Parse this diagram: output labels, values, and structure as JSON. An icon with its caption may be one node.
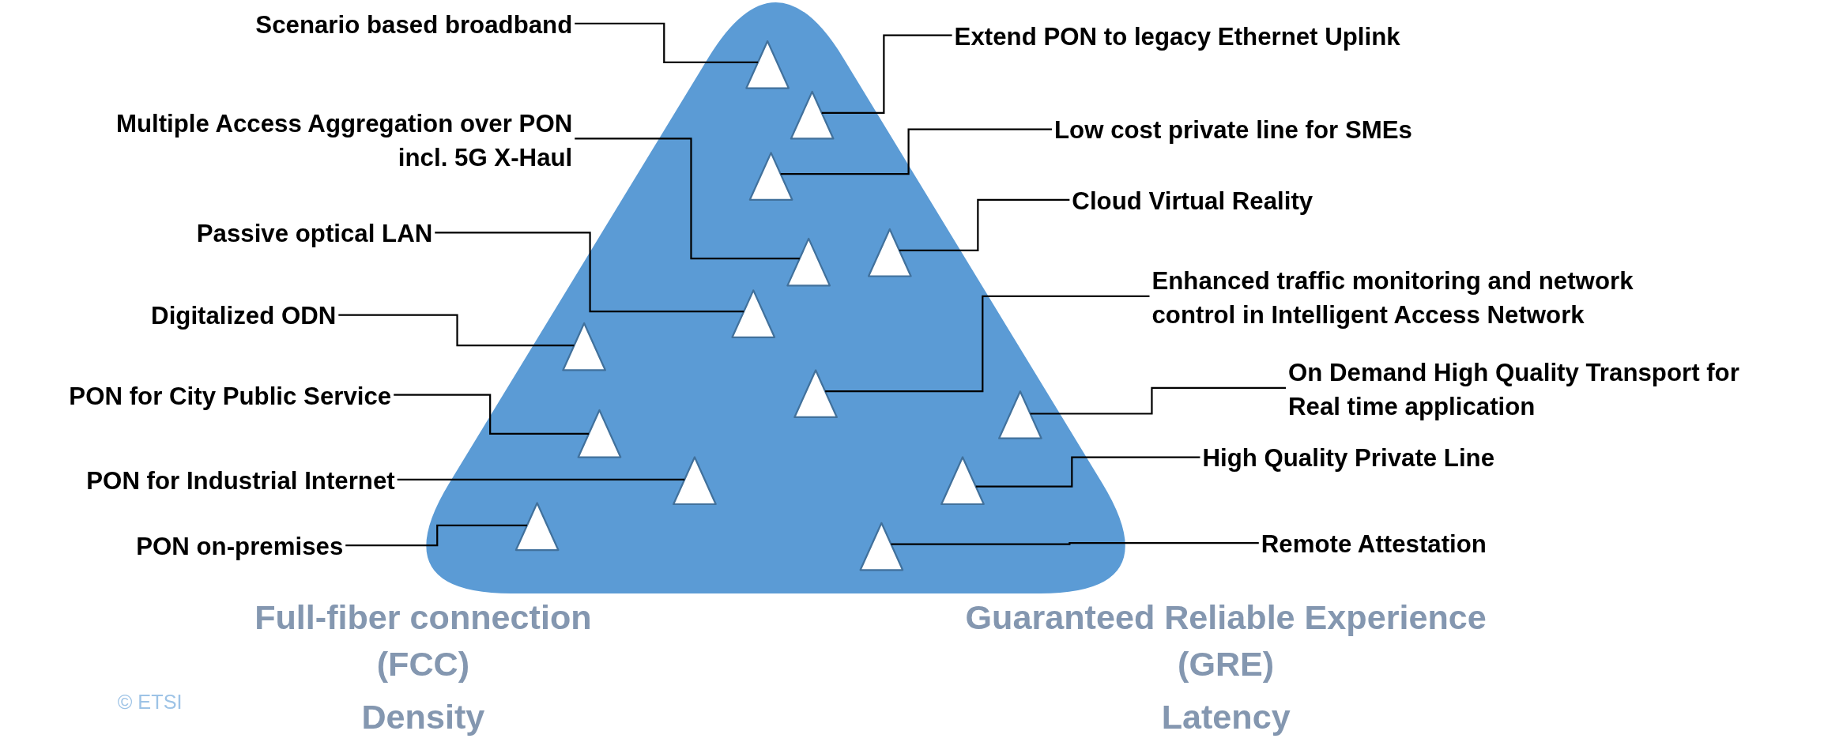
{
  "diagram": {
    "nodes": [
      {
        "text": [],
        "shape": "triangle"
      },
      {
        "text": [],
        "shape": "triangle",
        "in": 0
      },
      {
        "text": [],
        "shape": "triangle",
        "in": 0
      },
      {
        "text": [],
        "shape": "triangle",
        "in": 0
      },
      {
        "text": [],
        "shape": "triangle",
        "in": 0
      },
      {
        "text": [],
        "shape": "triangle",
        "in": 0
      },
      {
        "text": [],
        "shape": "triangle",
        "in": 0
      },
      {
        "text": [],
        "shape": "triangle",
        "in": 0
      },
      {
        "text": [],
        "shape": "triangle",
        "in": 0
      },
      {
        "text": [],
        "shape": "triangle",
        "in": 0
      },
      {
        "text": [],
        "shape": "triangle",
        "in": 0
      },
      {
        "text": [],
        "shape": "triangle",
        "in": 0
      },
      {
        "text": [],
        "shape": "triangle",
        "in": 0
      },
      {
        "text": [],
        "shape": "triangle",
        "in": 0
      },
      {
        "text": [],
        "shape": "triangle",
        "in": 0
      },
      {
        "text": [
          "Scenario based broadband"
        ]
      },
      {
        "text": [
          "Extend PON to legacy Ethernet Uplink"
        ]
      },
      {
        "text": [
          "Multiple Access Aggregation over PON incl. 5G X-Haul"
        ]
      },
      {
        "text": [
          "Low cost private line for SMEs"
        ]
      },
      {
        "text": [
          "Cloud Virtual Reality"
        ]
      },
      {
        "text": [
          "Passive optical LAN"
        ]
      },
      {
        "text": [
          "Enhanced traffic monitoring and network control in Intelligent Access Network"
        ]
      },
      {
        "text": [
          "Digitalized ODN"
        ]
      },
      {
        "text": [
          "On Demand High Quality Transport for Real time application"
        ]
      },
      {
        "text": [
          "PON for City Public Service"
        ]
      },
      {
        "text": [
          "High Quality Private Line"
        ]
      },
      {
        "text": [
          "PON for Industrial Internet"
        ]
      },
      {
        "text": [
          "Remote Attestation"
        ]
      },
      {
        "text": [
          "PON on-premises"
        ]
      }
    ],
    "edges": [
      {
        "from": 15,
        "to": 1,
        "arrow": "none"
      },
      {
        "from": 16,
        "to": 2,
        "arrow": "none"
      },
      {
        "from": 17,
        "to": 5,
        "arrow": "none"
      },
      {
        "from": 18,
        "to": 3,
        "arrow": "none"
      },
      {
        "from": 19,
        "to": 4,
        "arrow": "none"
      },
      {
        "from": 20,
        "to": 6,
        "arrow": "none"
      },
      {
        "from": 21,
        "to": 8,
        "arrow": "none"
      },
      {
        "from": 22,
        "to": 7,
        "arrow": "none"
      },
      {
        "from": 23,
        "to": 9,
        "arrow": "none"
      },
      {
        "from": 24,
        "to": 10,
        "arrow": "none"
      },
      {
        "from": 25,
        "to": 12,
        "arrow": "none"
      },
      {
        "from": 26,
        "to": 11,
        "arrow": "none"
      },
      {
        "from": 27,
        "to": 14,
        "arrow": "none"
      },
      {
        "from": 28,
        "to": 13,
        "arrow": "none"
      }
    ],
    "labels": [
      "Full-fiber connection (FCC)",
      "Guaranteed Reliable Experience (GRE)",
      "© ETSI",
      "Density",
      "Latency"
    ]
  }
}
